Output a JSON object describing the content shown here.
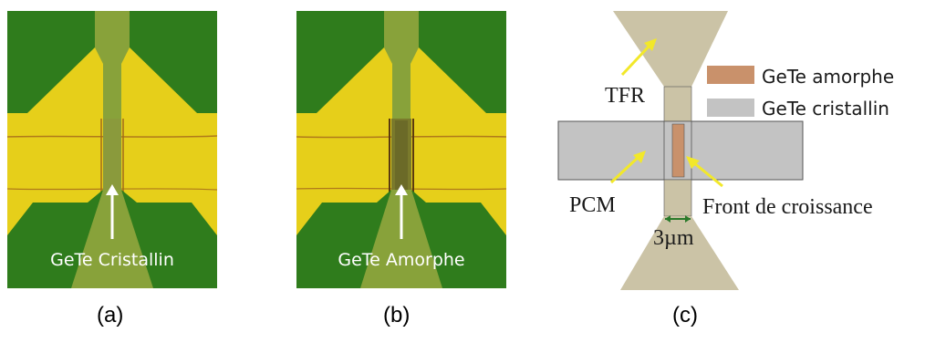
{
  "panels": [
    {
      "label": "GeTe Cristallin",
      "caption": "(a)"
    },
    {
      "label": "GeTe Amorphe",
      "caption": "(b)"
    }
  ],
  "schematic": {
    "caption": "(c)",
    "label_tfr": "TFR",
    "label_pcm": "PCM",
    "label_front": "Front de croissance",
    "label_dim": "3µm",
    "legend": [
      {
        "label": "GeTe amorphe",
        "color": "#c9916b"
      },
      {
        "label": "GeTe cristallin",
        "color": "#c3c3c3"
      }
    ]
  },
  "colors": {
    "gold": "#e8d31c",
    "green": "#2f7c1c",
    "olive": "#8a9a3c",
    "tan": "#cbc3a6",
    "arrow_yellow": "#f2e82a"
  }
}
